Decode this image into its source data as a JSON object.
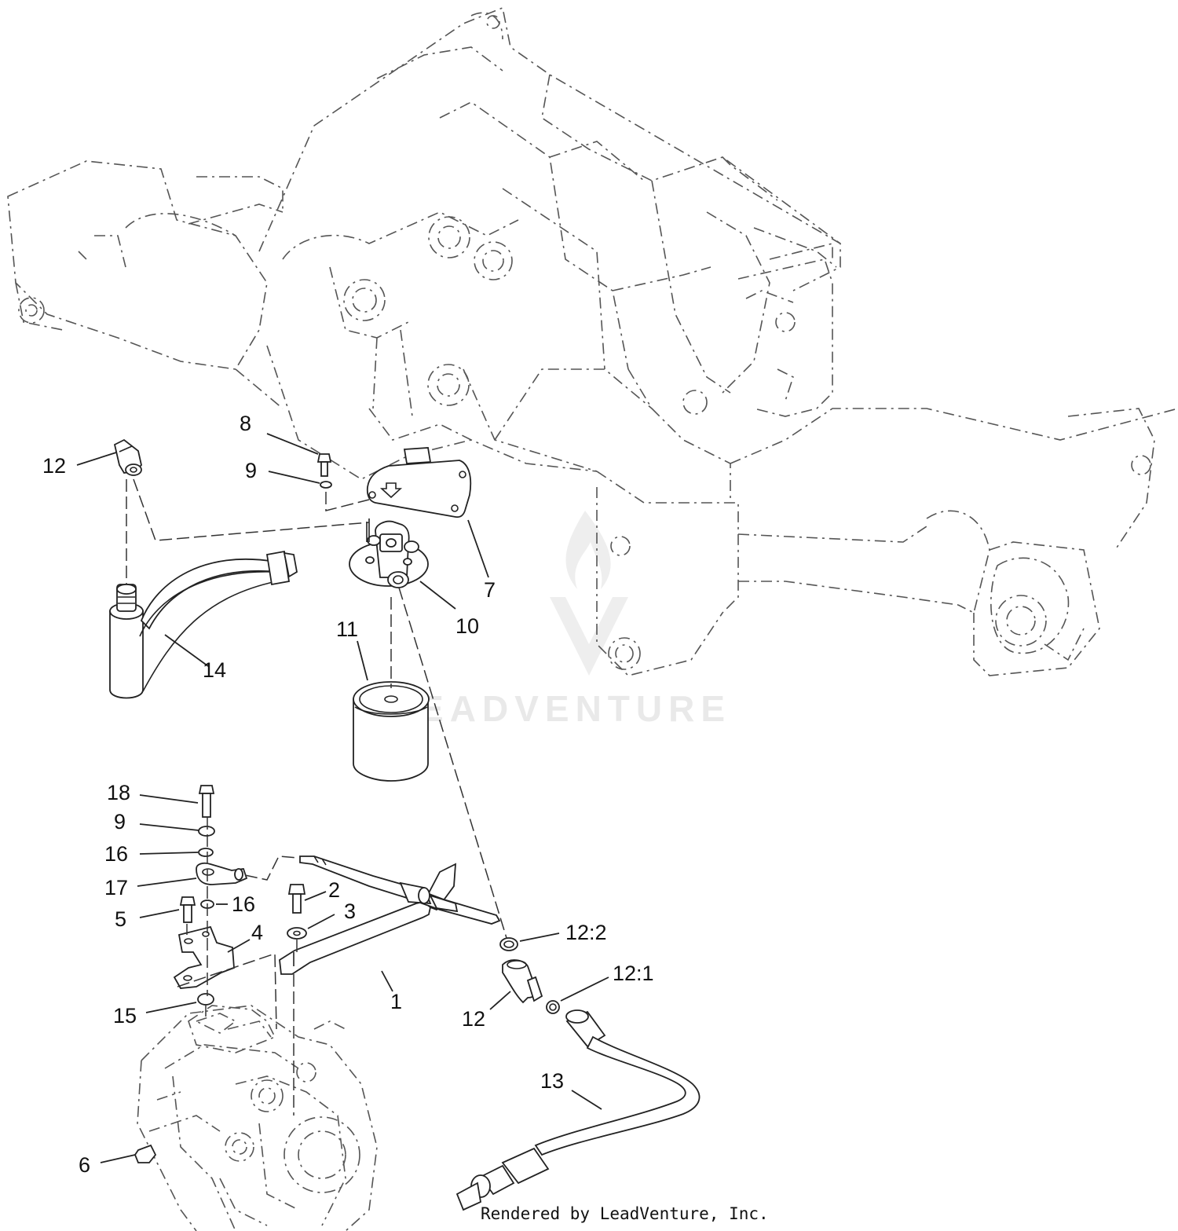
{
  "callouts": {
    "c1": "1",
    "c2": "2",
    "c3": "3",
    "c4": "4",
    "c5": "5",
    "c6": "6",
    "c7": "7",
    "c8": "8",
    "c9a": "9",
    "c9b": "9",
    "c10": "10",
    "c11": "11",
    "c12a": "12",
    "c12b": "12",
    "c12_1": "12:1",
    "c12_2": "12:2",
    "c13": "13",
    "c14": "14",
    "c15": "15",
    "c16a": "16",
    "c16b": "16",
    "c17": "17",
    "c18": "18"
  },
  "footer": "Rendered by LeadVenture, Inc.",
  "watermark": "LEADVENTURE"
}
